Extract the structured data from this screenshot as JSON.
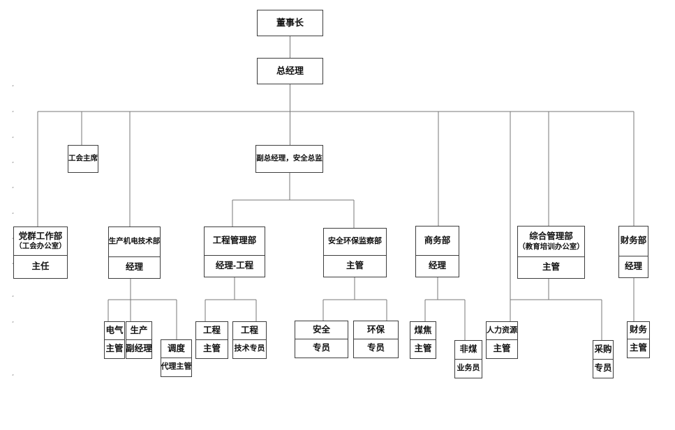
{
  "diagram": {
    "background_color": "#ffffff",
    "connector_color": "#777777",
    "box_border_color": "#3d3d3d",
    "text_color": "#111111"
  },
  "nodes": {
    "chairman": "董事长",
    "general_manager": "总经理",
    "union_chairman": "工会主席",
    "deputy_gm_safety_director": "副总经理，安全总监",
    "departments": [
      {
        "name": "党群工作部",
        "name2": "（工会办公室）",
        "title": "主任"
      },
      {
        "name": "生产机电技术部",
        "title": "经理"
      },
      {
        "name": "工程管理部",
        "title": "经理-工程"
      },
      {
        "name": "安全环保监察部",
        "title": "主管"
      },
      {
        "name": "商务部",
        "title": "经理"
      },
      {
        "name": "综合管理部",
        "name2": "（教育培训办公室）",
        "title": "主管"
      },
      {
        "name": "财务部",
        "title": "经理"
      }
    ],
    "positions": [
      {
        "name": "电气",
        "title": "主管"
      },
      {
        "name": "生产",
        "title": "副经理"
      },
      {
        "name": "调度",
        "title": "代理主管"
      },
      {
        "name": "工程",
        "title": "主管"
      },
      {
        "name": "工程",
        "title": "技术专员"
      },
      {
        "name": "安全",
        "title": "专员"
      },
      {
        "name": "环保",
        "title": "专员"
      },
      {
        "name": "煤焦",
        "title": "主管"
      },
      {
        "name": "非煤",
        "title": "业务员"
      },
      {
        "name": "人力资源",
        "title": "主管"
      },
      {
        "name": "采购",
        "title": "专员"
      },
      {
        "name": "财务",
        "title": "主管"
      }
    ]
  }
}
